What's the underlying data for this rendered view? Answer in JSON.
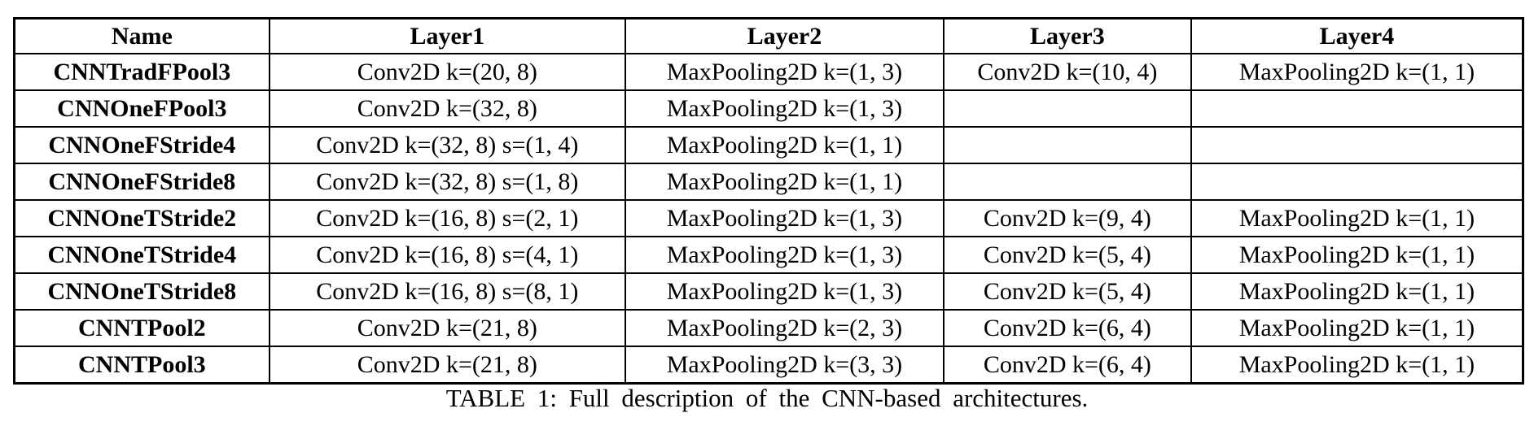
{
  "table": {
    "columns": [
      "Name",
      "Layer1",
      "Layer2",
      "Layer3",
      "Layer4"
    ],
    "rows": [
      {
        "name": "CNNTradFPool3",
        "layers": [
          "Conv2D k=(20, 8)",
          "MaxPooling2D k=(1, 3)",
          "Conv2D k=(10, 4)",
          "MaxPooling2D k=(1, 1)"
        ]
      },
      {
        "name": "CNNOneFPool3",
        "layers": [
          "Conv2D k=(32, 8)",
          "MaxPooling2D k=(1, 3)",
          "",
          ""
        ]
      },
      {
        "name": "CNNOneFStride4",
        "layers": [
          "Conv2D k=(32, 8) s=(1, 4)",
          "MaxPooling2D k=(1, 1)",
          "",
          ""
        ]
      },
      {
        "name": "CNNOneFStride8",
        "layers": [
          "Conv2D k=(32, 8) s=(1, 8)",
          "MaxPooling2D k=(1, 1)",
          "",
          ""
        ]
      },
      {
        "name": "CNNOneTStride2",
        "layers": [
          "Conv2D k=(16, 8) s=(2, 1)",
          "MaxPooling2D k=(1, 3)",
          "Conv2D k=(9, 4)",
          "MaxPooling2D k=(1, 1)"
        ]
      },
      {
        "name": "CNNOneTStride4",
        "layers": [
          "Conv2D k=(16, 8) s=(4, 1)",
          "MaxPooling2D k=(1, 3)",
          "Conv2D k=(5, 4)",
          "MaxPooling2D k=(1, 1)"
        ]
      },
      {
        "name": "CNNOneTStride8",
        "layers": [
          "Conv2D k=(16, 8) s=(8, 1)",
          "MaxPooling2D k=(1, 3)",
          "Conv2D k=(5, 4)",
          "MaxPooling2D k=(1, 1)"
        ]
      },
      {
        "name": "CNNTPool2",
        "layers": [
          "Conv2D k=(21, 8)",
          "MaxPooling2D k=(2, 3)",
          "Conv2D k=(6, 4)",
          "MaxPooling2D k=(1, 1)"
        ]
      },
      {
        "name": "CNNTPool3",
        "layers": [
          "Conv2D k=(21, 8)",
          "MaxPooling2D k=(3, 3)",
          "Conv2D k=(6, 4)",
          "MaxPooling2D k=(1, 1)"
        ]
      }
    ]
  },
  "caption": "TABLE 1: Full description of the CNN-based architectures.",
  "colors": {
    "text": "#000000",
    "background": "#ffffff",
    "border": "#000000"
  }
}
